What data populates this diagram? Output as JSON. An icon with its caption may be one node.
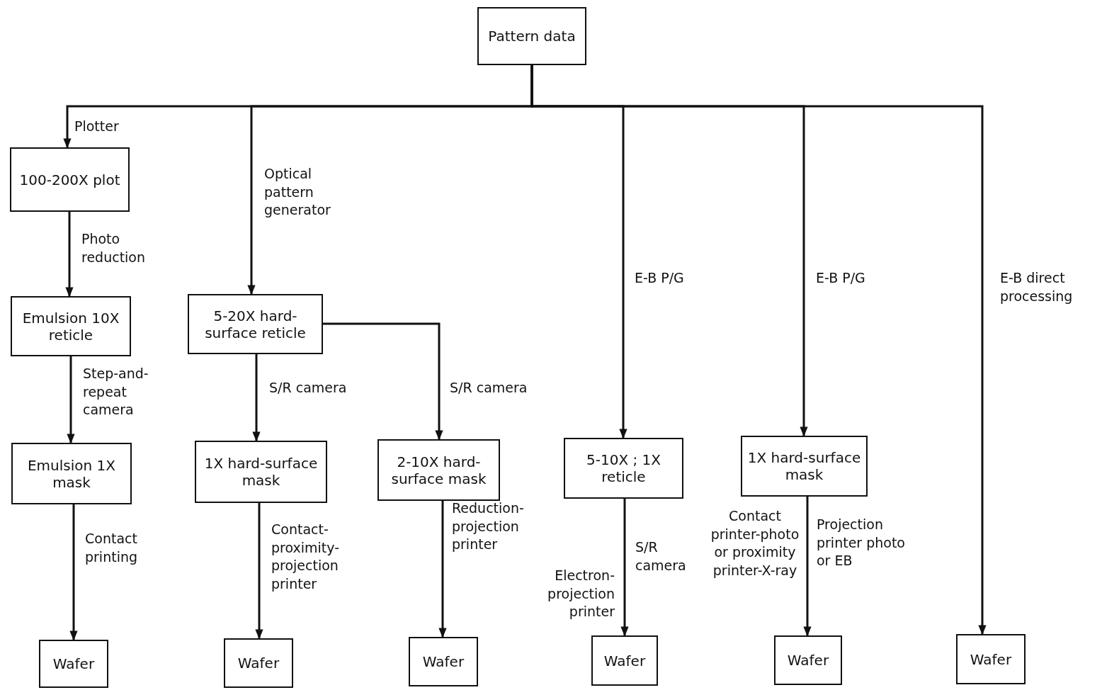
{
  "diagram": {
    "nodes": [
      {
        "text": [
          "Pattern data"
        ]
      },
      {
        "text": [
          "100-200X plot"
        ]
      },
      {
        "text": [
          "Emulsion 10X reticle"
        ]
      },
      {
        "text": [
          "Emulsion 1X mask"
        ]
      },
      {
        "text": [
          "Wafer"
        ]
      },
      {
        "text": [
          "5-20X hard-surface reticle"
        ]
      },
      {
        "text": [
          "1X hard-surface mask"
        ]
      },
      {
        "text": [
          "Wafer"
        ]
      },
      {
        "text": [
          "2-10X hard-surface mask"
        ]
      },
      {
        "text": [
          "Wafer"
        ]
      },
      {
        "text": [
          "5-10X ; 1X reticle"
        ]
      },
      {
        "text": [
          "Wafer"
        ]
      },
      {
        "text": [
          "1X hard-surface mask"
        ]
      },
      {
        "text": [
          "Wafer"
        ]
      },
      {
        "text": [
          "Wafer"
        ]
      }
    ],
    "edges": [
      {
        "from": 0,
        "to": 1,
        "arrow": "to",
        "label": "Plotter"
      },
      {
        "from": 0,
        "to": 5,
        "arrow": "to",
        "label": "Optical pattern generator"
      },
      {
        "from": 0,
        "to": 10,
        "arrow": "to",
        "label": "E-B P/G"
      },
      {
        "from": 0,
        "to": 12,
        "arrow": "to",
        "label": "E-B P/G"
      },
      {
        "from": 0,
        "to": 14,
        "arrow": "to",
        "label": "E-B direct processing"
      },
      {
        "from": 1,
        "to": 2,
        "arrow": "to",
        "label": "Photo reduction"
      },
      {
        "from": 2,
        "to": 3,
        "arrow": "to",
        "label": "Step-and-repeat camera"
      },
      {
        "from": 3,
        "to": 4,
        "arrow": "to",
        "label": "Contact printing"
      },
      {
        "from": 5,
        "to": 6,
        "arrow": "to",
        "label": "S/R camera"
      },
      {
        "from": 5,
        "to": 8,
        "arrow": "to",
        "label": "S/R camera"
      },
      {
        "from": 6,
        "to": 7,
        "arrow": "to",
        "label": "Contact-proximity-projection printer"
      },
      {
        "from": 8,
        "to": 9,
        "arrow": "to",
        "label": "Reduction-projection printer"
      },
      {
        "from": 10,
        "to": 11,
        "arrow": "to",
        "label": "S/R camera"
      },
      {
        "from": 12,
        "to": 13,
        "arrow": "to",
        "label": "Projection printer photo or EB"
      }
    ],
    "labels": [
      "Electron-projection printer",
      "Contact printer-photo or proximity printer-X-ray"
    ]
  }
}
